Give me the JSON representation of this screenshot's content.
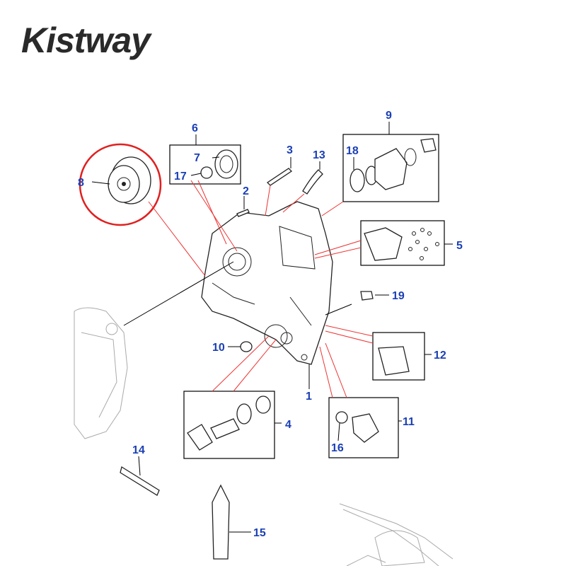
{
  "brand": {
    "logo_text": "Kistway"
  },
  "callouts": {
    "c1": "1",
    "c2": "2",
    "c3": "3",
    "c4": "4",
    "c5": "5",
    "c6": "6",
    "c7": "7",
    "c8": "8",
    "c9": "9",
    "c10": "10",
    "c11": "11",
    "c12": "12",
    "c13": "13",
    "c14": "14",
    "c15": "15",
    "c16": "16",
    "c17": "17",
    "c18": "18",
    "c19": "19"
  },
  "colors": {
    "callout": "#1b3fb5",
    "highlight_circle": "#e02020",
    "leader_red": "#e33333"
  }
}
